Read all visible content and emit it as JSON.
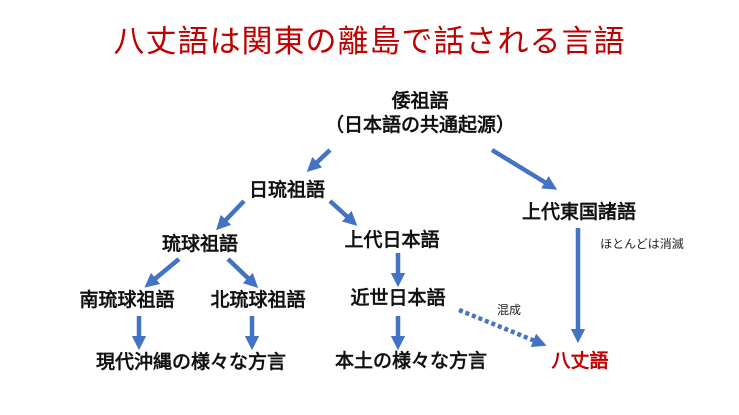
{
  "title": "八丈語は関東の離島で話される言語",
  "colors": {
    "title": "#c00000",
    "arrow": "#4472c4",
    "highlight": "#c00000"
  },
  "nodes": {
    "proto_wa_line1": "倭祖語",
    "proto_wa_line2": "（日本語の共通起源）",
    "proto_japonic": "日琉祖語",
    "eastern_old": "上代東国諸語",
    "proto_ryukyuan": "琉球祖語",
    "old_japanese": "上代日本語",
    "south_ryukyuan": "南琉球祖語",
    "north_ryukyuan": "北琉球祖語",
    "early_modern": "近世日本語",
    "hachijo": "八丈語",
    "ryukyu_dialects": "現代沖縄の様々な方言",
    "mainland_dialects": "本土の様々な方言"
  },
  "notes": {
    "mostly_extinct": "ほとんどは消滅",
    "mixing": "混成"
  }
}
